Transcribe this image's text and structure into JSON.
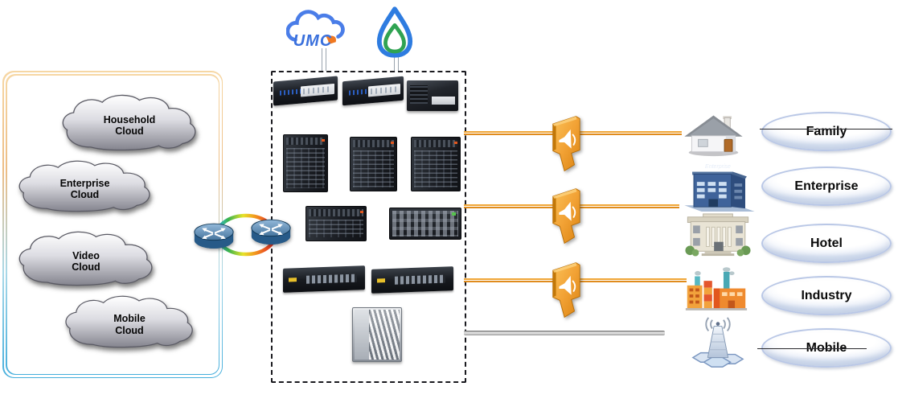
{
  "left_panel": {
    "clouds": [
      {
        "line1": "Household",
        "line2": "Cloud"
      },
      {
        "line1": "Enterprise",
        "line2": "Cloud"
      },
      {
        "line1": "Video",
        "line2": "Cloud"
      },
      {
        "line1": "Mobile",
        "line2": "Cloud"
      }
    ]
  },
  "logos": {
    "umc_text": "UMC"
  },
  "endpoints": [
    {
      "label": "Family",
      "icon": "house-icon"
    },
    {
      "label": "Enterprise",
      "icon": "office-building-icon",
      "building_text": "Enterprise"
    },
    {
      "label": "Hotel",
      "icon": "hotel-building-icon"
    },
    {
      "label": "Industry",
      "icon": "factory-icon"
    },
    {
      "label": "Mobile",
      "icon": "cell-tower-icon"
    }
  ],
  "colors": {
    "fiber_line": "#E8952A",
    "splitter_orange": "#F2A235",
    "panel_border_top": "#F2CD9A",
    "panel_border_bottom": "#45AEDC",
    "dashed_border": "#1A1A1F",
    "ellipse_border": "#B9C7E6",
    "router_blue": "#2E5E8C",
    "cloud_gray": "#9A9AA4",
    "mobile_line_gray": "#BFBFBF"
  }
}
